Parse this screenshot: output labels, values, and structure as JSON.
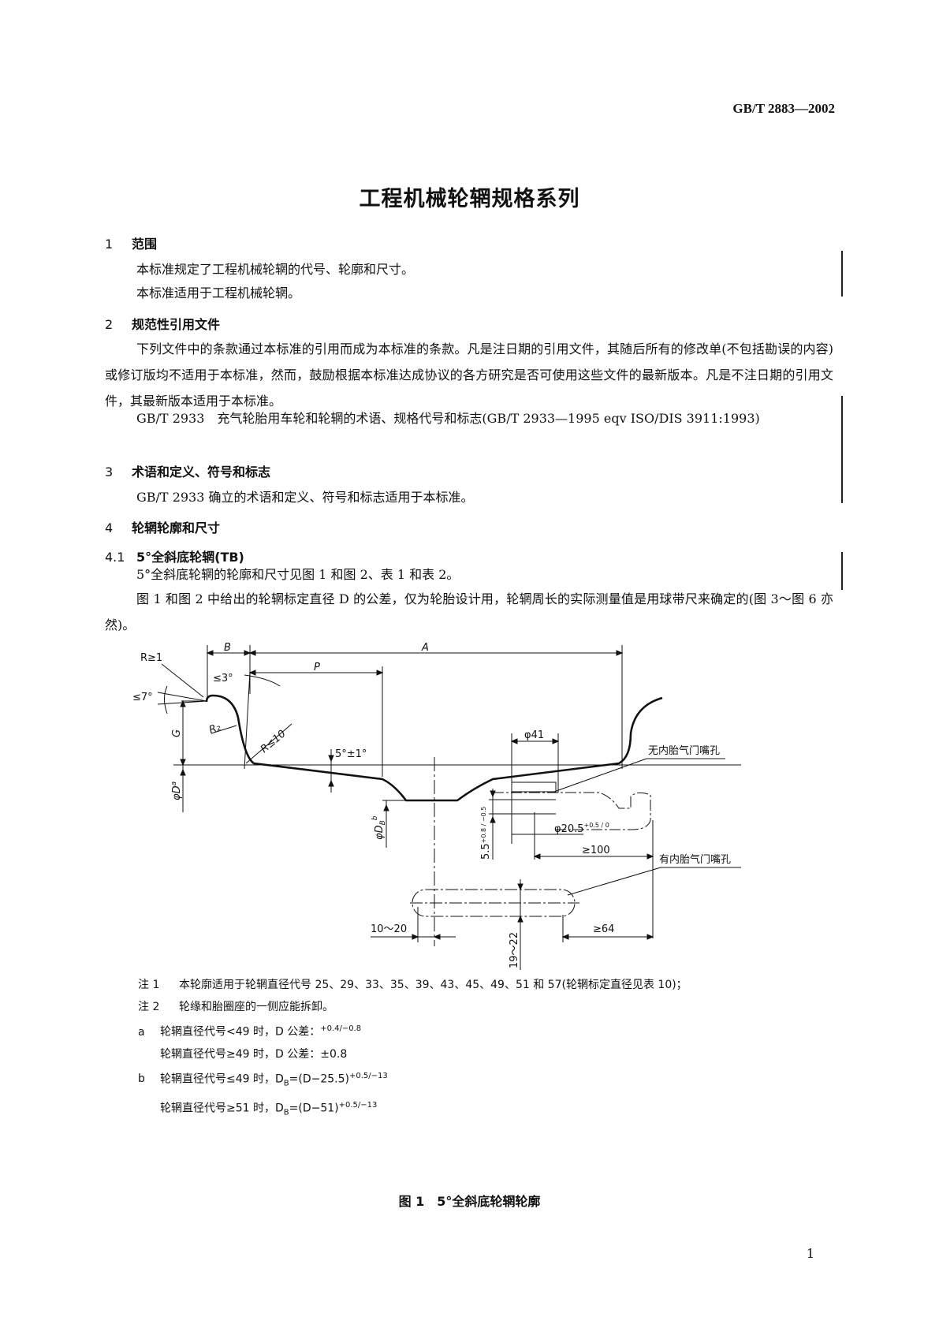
{
  "header": {
    "std_code": "GB/T 2883—2002"
  },
  "title": "工程机械轮辋规格系列",
  "sections": {
    "s1": {
      "num": "1",
      "title": "范围",
      "p1": "本标准规定了工程机械轮辋的代号、轮廓和尺寸。",
      "p2": "本标准适用于工程机械轮辋。"
    },
    "s2": {
      "num": "2",
      "title": "规范性引用文件",
      "p1": "下列文件中的条款通过本标准的引用而成为本标准的条款。凡是注日期的引用文件，其随后所有的修改单(不包括勘误的内容)或修订版均不适用于本标准，然而，鼓励根据本标准达成协议的各方研究是否可使用这些文件的最新版本。凡是不注日期的引用文件，其最新版本适用于本标准。",
      "p2": "GB/T 2933　充气轮胎用车轮和轮辋的术语、规格代号和标志(GB/T 2933—1995 eqv ISO/DIS 3911:1993)"
    },
    "s3": {
      "num": "3",
      "title": "术语和定义、符号和标志",
      "p1": "GB/T 2933 确立的术语和定义、符号和标志适用于本标准。"
    },
    "s4": {
      "num": "4",
      "title": "轮辋轮廓和尺寸"
    },
    "s41": {
      "num": "4.1",
      "title": "5°全斜底轮辋(TB)",
      "p1": "5°全斜底轮辋的轮廓和尺寸见图 1 和图 2、表 1 和表 2。",
      "p2": "图 1 和图 2 中给出的轮辋标定直径 D 的公差，仅为轮胎设计用，轮辋周长的实际测量值是用球带尺来确定的(图 3～图 6 亦然)。"
    }
  },
  "figure": {
    "labels": {
      "r_ge_1": "R≥1",
      "b": "B",
      "a": "A",
      "p": "P",
      "le3": "≤3°",
      "le7": "≤7°",
      "g": "G",
      "r2": "R₂",
      "r_le_10": "R≤10",
      "slope": "5°±1°",
      "phi_d": "φD",
      "phi_d_sup": "a",
      "phi_db": "φD",
      "phi_db_sub": "B",
      "phi_db_sup": "b",
      "phi41": "φ41",
      "tubeless_valve": "无内胎气门嘴孔",
      "phi205": "φ20.5",
      "phi205_tol": "+0.5 / 0",
      "dim55": "5.5",
      "dim55_tol": "+0.8 / −0.5",
      "ge100": "≥100",
      "tube_valve": "有内胎气门嘴孔",
      "r10_20": "10～20",
      "r19_22": "19～22",
      "ge64": "≥64"
    },
    "notes": {
      "n1_label": "注 1",
      "n1": "本轮廓适用于轮辋直径代号 25、29、33、35、39、43、45、49、51 和 57(轮辋标定直径见表 10)；",
      "n2_label": "注 2",
      "n2": "轮缘和胎圈座的一侧应能拆卸。",
      "a_label": "a",
      "a1": "轮辋直径代号<49 时，D 公差：",
      "a1_tol": "+0.4/−0.8",
      "a2": "轮辋直径代号≥49 时，D 公差：±0.8",
      "b_label": "b",
      "b1": "轮辋直径代号≤49 时，D",
      "b1_rest": "=(D−25.5)",
      "b1_tol": "+0.5/−13",
      "b2": "轮辋直径代号≥51 时，D",
      "b2_rest": "=(D−51)",
      "b2_tol": "+0.5/−13",
      "db_sub": "B"
    },
    "caption_num": "图 1",
    "caption_title": "5°全斜底轮辋轮廓"
  },
  "page_number": "1"
}
